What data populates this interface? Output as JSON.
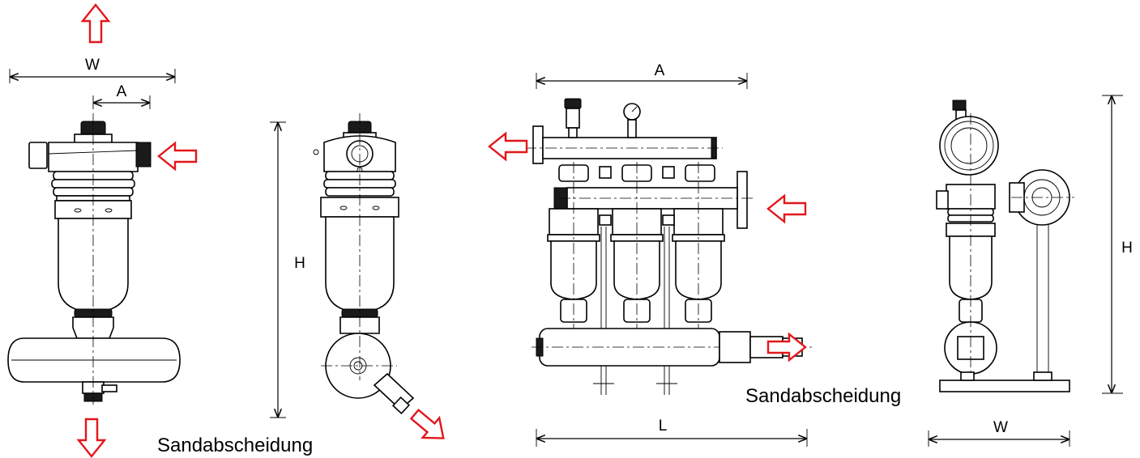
{
  "labels": {
    "w": "W",
    "a": "A",
    "h": "H",
    "l": "L",
    "sand": "Sandabscheidung"
  },
  "colors": {
    "flow_arrow": "#e3161b",
    "line": "#000000",
    "background": "#ffffff"
  },
  "icons": [
    "flow-arrow-icon",
    "pressure-gauge-icon"
  ]
}
